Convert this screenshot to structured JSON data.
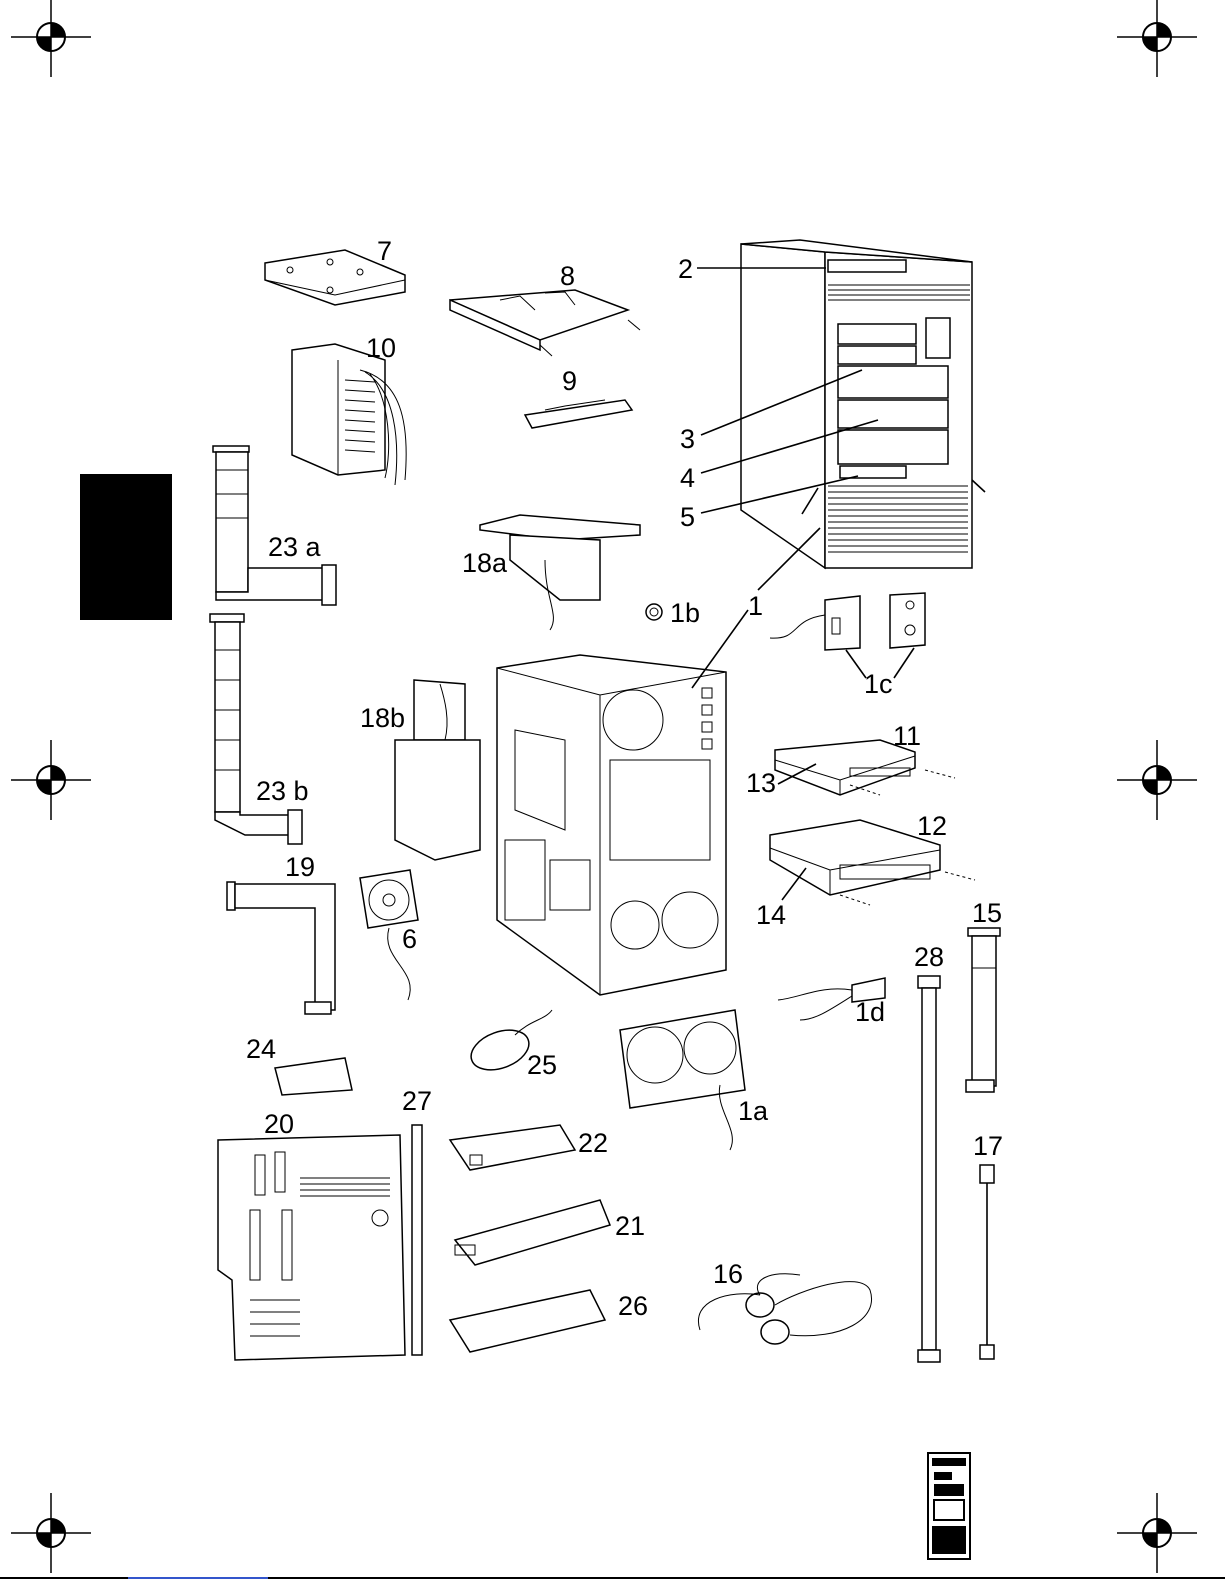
{
  "diagram": {
    "labels": [
      {
        "id": "2",
        "text": "2"
      },
      {
        "id": "7",
        "text": "7"
      },
      {
        "id": "8",
        "text": "8"
      },
      {
        "id": "10",
        "text": "10"
      },
      {
        "id": "9",
        "text": "9"
      },
      {
        "id": "3",
        "text": "3"
      },
      {
        "id": "4",
        "text": "4"
      },
      {
        "id": "5",
        "text": "5"
      },
      {
        "id": "23a",
        "text": "23 a"
      },
      {
        "id": "18a",
        "text": "18a"
      },
      {
        "id": "1b",
        "text": "1b"
      },
      {
        "id": "1",
        "text": "1"
      },
      {
        "id": "1c",
        "text": "1c"
      },
      {
        "id": "18b",
        "text": "18b"
      },
      {
        "id": "11",
        "text": "11"
      },
      {
        "id": "13",
        "text": "13"
      },
      {
        "id": "23b",
        "text": "23 b"
      },
      {
        "id": "12",
        "text": "12"
      },
      {
        "id": "19",
        "text": "19"
      },
      {
        "id": "14",
        "text": "14"
      },
      {
        "id": "15",
        "text": "15"
      },
      {
        "id": "6",
        "text": "6"
      },
      {
        "id": "28",
        "text": "28"
      },
      {
        "id": "1d",
        "text": "1d"
      },
      {
        "id": "24",
        "text": "24"
      },
      {
        "id": "25",
        "text": "25"
      },
      {
        "id": "27",
        "text": "27"
      },
      {
        "id": "1a",
        "text": "1a"
      },
      {
        "id": "20",
        "text": "20"
      },
      {
        "id": "22",
        "text": "22"
      },
      {
        "id": "17",
        "text": "17"
      },
      {
        "id": "21",
        "text": "21"
      },
      {
        "id": "16",
        "text": "16"
      },
      {
        "id": "26",
        "text": "26"
      }
    ]
  },
  "icons": {
    "registration": "registration-mark-icon",
    "thumbnail": "tower-thumbnail-icon",
    "tab": "section-tab"
  }
}
